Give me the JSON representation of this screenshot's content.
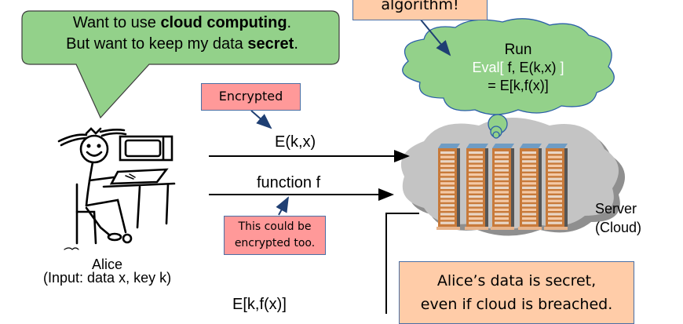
{
  "speech_bubble": {
    "line1_prefix": "Want to use ",
    "line1_bold": "cloud computing",
    "line1_suffix": ".",
    "line2_prefix": "But want to keep my data ",
    "line2_bold": "secret",
    "line2_suffix": "."
  },
  "notes": {
    "top_partial": "algorithm!",
    "encrypted": "Encrypted",
    "could_be_encrypted_line1": "This could be",
    "could_be_encrypted_line2": "encrypted too.",
    "secret_line1": "Alice’s data is secret,",
    "secret_line2": "even if cloud is breached."
  },
  "arrows": {
    "ciphertext_label": "E(k,x)",
    "function_label": "function f",
    "result_label": "E[k,f(x)]"
  },
  "thought_cloud": {
    "line1": "Run",
    "line2_white_prefix": "Eval[",
    "line2_black": " f, E(k,x) ",
    "line2_white_suffix": "]",
    "line3": "=  E[k,f(x)]"
  },
  "alice": {
    "name": "Alice",
    "input": "(Input: data x, key k)"
  },
  "server": {
    "line1": "Server",
    "line2": "(Cloud)"
  },
  "colors": {
    "bubble_green": "#93d18a",
    "note_pink": "#ff9999",
    "note_peach": "#ffcca8",
    "border_blue": "#4a6fa5",
    "cloud_gray": "#c4c4c4",
    "rack_orange": "#c87a3a"
  }
}
